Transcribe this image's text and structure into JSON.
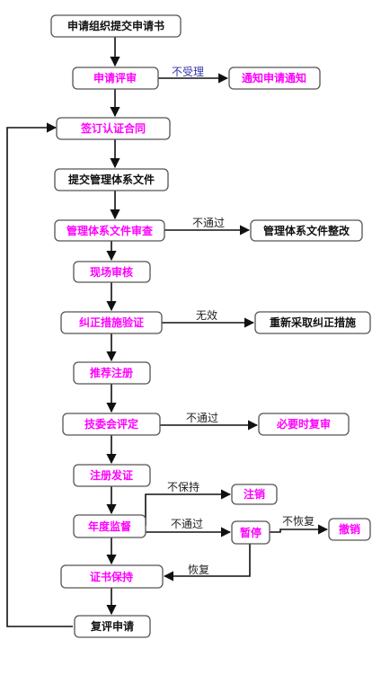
{
  "colors": {
    "black_text": "#111111",
    "magenta_text": "#ff00ff",
    "line": "#111111",
    "border": "#555555"
  },
  "nodes": {
    "submit_application": {
      "text": "申请组织提交申请书"
    },
    "application_review": {
      "text": "申请评审"
    },
    "notify_application": {
      "text": "通知申请通知"
    },
    "sign_contract": {
      "text": "签订认证合同"
    },
    "submit_docs": {
      "text": "提交管理体系文件"
    },
    "doc_review": {
      "text": "管理体系文件审查"
    },
    "doc_rectify": {
      "text": "管理体系文件整改"
    },
    "onsite_audit": {
      "text": "现场审核"
    },
    "corrective_verify": {
      "text": "纠正措施验证"
    },
    "retake_corrective": {
      "text": "重新采取纠正措施"
    },
    "recommend_register": {
      "text": "推荐注册"
    },
    "committee_review": {
      "text": "技委会评定"
    },
    "reaudit_if_needed": {
      "text": "必要时复审"
    },
    "register_certificate": {
      "text": "注册发证"
    },
    "cancel": {
      "text": "注销"
    },
    "annual_surveillance": {
      "text": "年度监督"
    },
    "suspend": {
      "text": "暂停"
    },
    "revoke": {
      "text": "撤销"
    },
    "certificate_maintain": {
      "text": "证书保持"
    },
    "recertify_apply": {
      "text": "复评申请"
    }
  },
  "edge_labels": {
    "not_accepted": "不受理",
    "not_passed_docs": "不通过",
    "invalid": "无效",
    "not_passed_committee": "不通过",
    "not_maintained": "不保持",
    "not_passed_annual": "不通过",
    "not_restored": "不恢复",
    "restored": "恢复"
  }
}
